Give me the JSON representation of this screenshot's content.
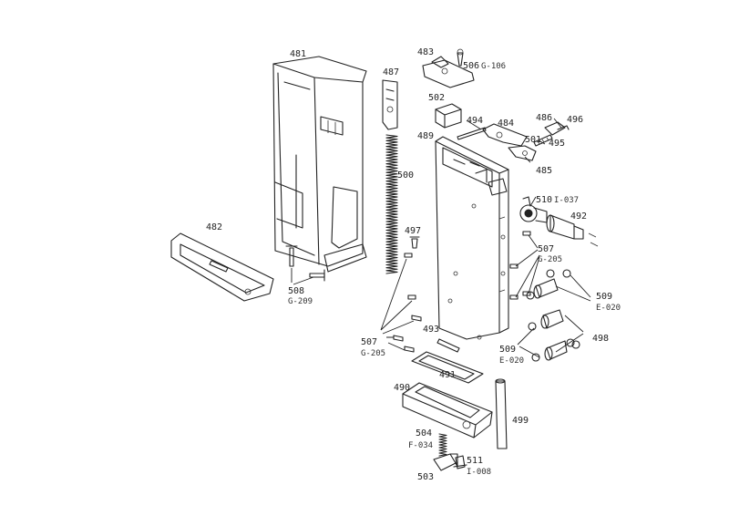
{
  "labels": {
    "p481": "481",
    "p482": "482",
    "p483": "483",
    "p484": "484",
    "p485": "485",
    "p486": "486",
    "p487": "487",
    "p489": "489",
    "p490": "490",
    "p491": "491",
    "p492": "492",
    "p493": "493",
    "p494": "494",
    "p495": "495",
    "p496": "496",
    "p497": "497",
    "p498": "498",
    "p499": "499",
    "p500": "500",
    "p501": "501",
    "p502": "502",
    "p503": "503",
    "p504": "504",
    "p505": "506",
    "p507a": "507",
    "p507b": "507",
    "p508": "508",
    "p509a": "509",
    "p509b": "509",
    "p510": "510",
    "p511": "511"
  },
  "codes": {
    "c506": "G-106",
    "c510": "I-037",
    "c507a": "G-205",
    "c507b": "G-205",
    "c508": "G-209",
    "c509a": "E-020",
    "c509b": "E-020",
    "c504": "F-034",
    "c511": "I-008"
  }
}
